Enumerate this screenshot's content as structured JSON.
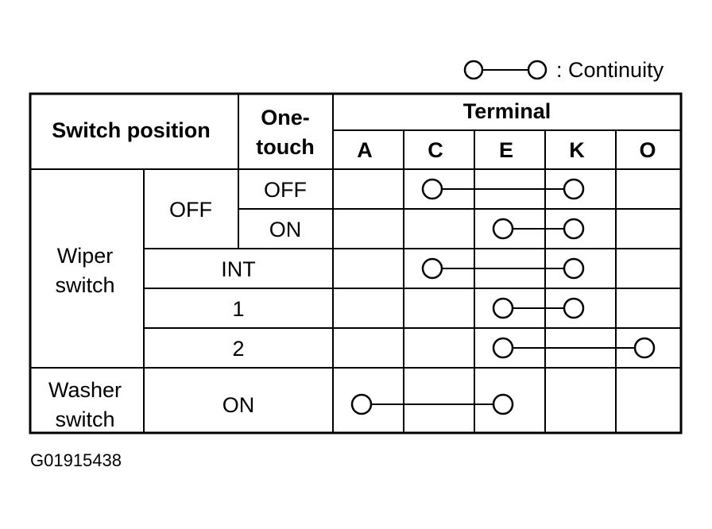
{
  "legend": {
    "text": ": Continuity"
  },
  "header": {
    "switch_position": "Switch position",
    "one_touch_line1": "One-",
    "one_touch_line2": "touch",
    "terminal": "Terminal",
    "terminals": [
      "A",
      "C",
      "E",
      "K",
      "O"
    ]
  },
  "groups": {
    "wiper_line1": "Wiper",
    "wiper_line2": "switch",
    "washer_line1": "Washer",
    "washer_line2": "switch",
    "off": "OFF"
  },
  "rows": [
    {
      "label": "OFF",
      "connect": [
        "C",
        "K"
      ]
    },
    {
      "label": "ON",
      "connect": [
        "E",
        "K"
      ]
    },
    {
      "label": "INT",
      "connect": [
        "C",
        "K"
      ]
    },
    {
      "label": "1",
      "connect": [
        "E",
        "K"
      ]
    },
    {
      "label": "2",
      "connect": [
        "E",
        "O"
      ]
    },
    {
      "label": "ON",
      "connect": [
        "A",
        "E"
      ]
    }
  ],
  "figure_id": "G01915438"
}
